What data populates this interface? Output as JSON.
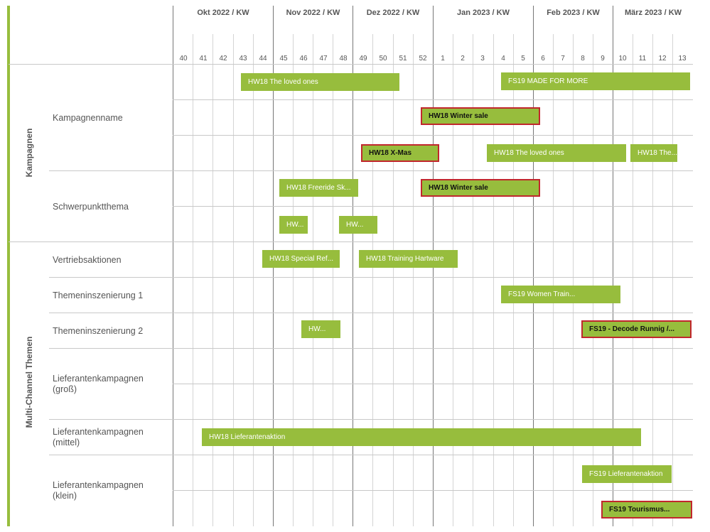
{
  "header": {
    "months": [
      "Okt 2022 / KW",
      "Nov 2022 / KW",
      "Dez 2022 / KW",
      "Jan 2023 / KW",
      "Feb 2023 / KW",
      "März 2023 / KW"
    ],
    "weeks": [
      "40",
      "41",
      "42",
      "43",
      "44",
      "45",
      "46",
      "47",
      "48",
      "49",
      "50",
      "51",
      "52",
      "1",
      "2",
      "3",
      "4",
      "5",
      "6",
      "7",
      "8",
      "9",
      "10",
      "11",
      "12",
      "13"
    ]
  },
  "groups": {
    "kampagnen": "Kampagnen",
    "multichannel": "Multi-Channel Themen"
  },
  "rows": {
    "kampagnenname": "Kampagnenname",
    "schwerpunktthema": "Schwerpunktthema",
    "vertriebsaktionen": "Vertriebsaktionen",
    "themeninszenierung1": "Themeninszenierung 1",
    "themeninszenierung2": "Themeninszenierung 2",
    "lieferanten_gross": "Lieferantenkampagnen\n(groß)",
    "lieferanten_mittel": "Lieferantenkampagnen\n(mittel)",
    "lieferanten_klein": "Lieferantenkampagnen\n(klein)"
  },
  "bars": [
    "HW18 The loved ones",
    "FS19 MADE FOR MORE",
    "HW18 Winter sale",
    "HW18 X-Mas",
    "HW18 The loved ones",
    "HW18 The...",
    "HW18 Freeride Sk...",
    "HW18 Winter sale",
    "HW...",
    "HW...",
    "HW18 Special Ref...",
    "HW18 Training Hartware",
    "FS19 Women Train...",
    "HW...",
    "FS19  - Decode Runnig /...",
    "HW18 Lieferantenaktion",
    "FS19 Lieferantenaktion",
    "FS19 Tourismus..."
  ],
  "colors": {
    "accent": "#97bd3d",
    "highlight_border": "#c1272d"
  }
}
